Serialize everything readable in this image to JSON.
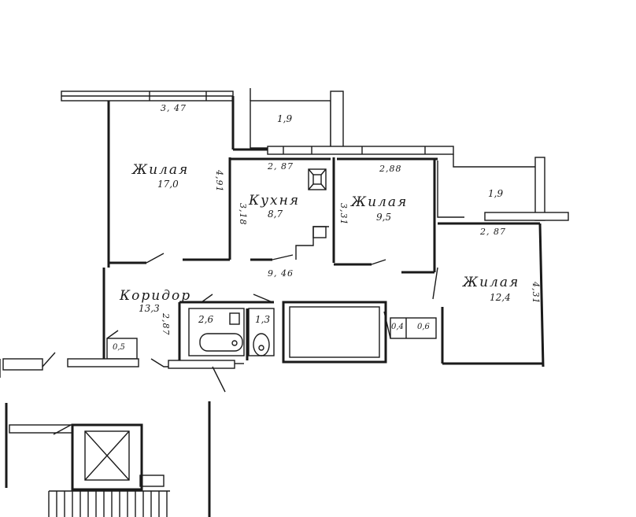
{
  "rooms": {
    "living1": {
      "name": "Жилая",
      "area": "17,0"
    },
    "kitchen": {
      "name": "Кухня",
      "area": "8,7"
    },
    "living2": {
      "name": "Жилая",
      "area": "9,5"
    },
    "living3": {
      "name": "Жилая",
      "area": "12,4"
    },
    "corridor": {
      "name": "Коридор",
      "area": "13,3"
    },
    "bathroom": {
      "area": "2,6"
    },
    "toilet": {
      "area": "1,3"
    },
    "closet_small": {
      "area": "0,5"
    },
    "closet_a": {
      "area": "0,4"
    },
    "closet_b": {
      "area": "0,6"
    }
  },
  "balconies": {
    "left": {
      "area": "1,9"
    },
    "right": {
      "area": "1,9"
    }
  },
  "dimensions": {
    "living1_width": "3, 47",
    "living1_height": "4,91",
    "kitchen_width": "2, 87",
    "kitchen_height": "3,18",
    "living2_width": "2,88",
    "living2_height": "3,31",
    "living3_width": "2, 87",
    "living3_height": "4,31",
    "corridor_length": "9, 46",
    "corridor_height": "2,87"
  }
}
